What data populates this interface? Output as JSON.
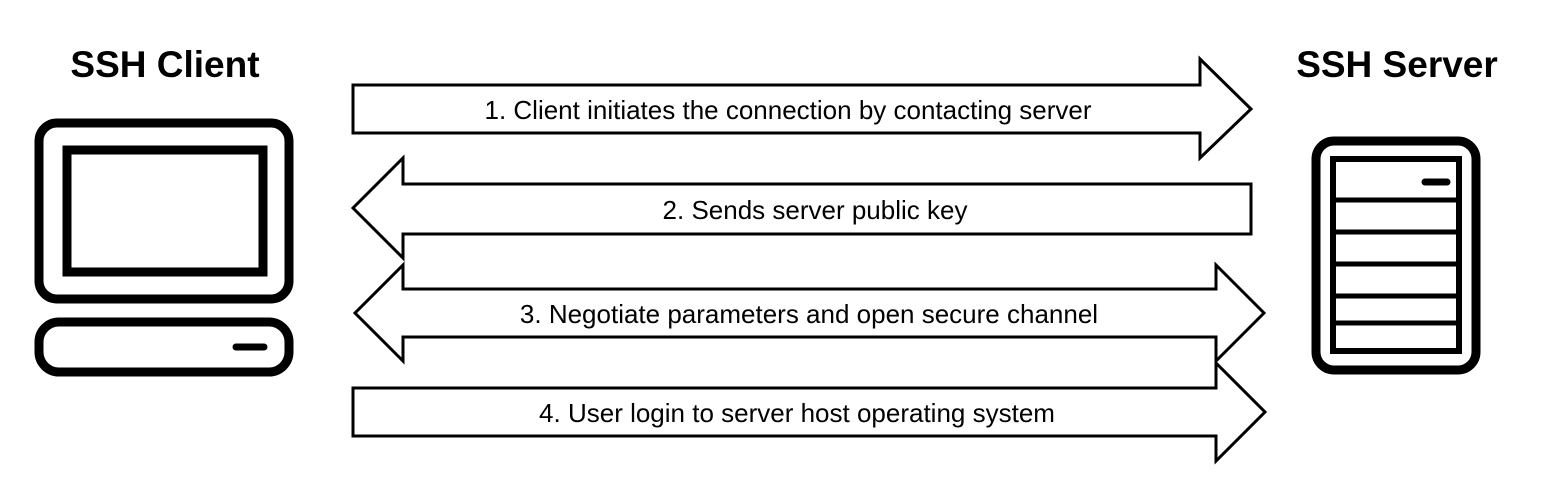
{
  "diagram": {
    "client": {
      "title": "SSH Client",
      "icon": "desktop-computer-icon"
    },
    "server": {
      "title": "SSH Server",
      "icon": "server-tower-icon"
    },
    "steps": [
      {
        "label": "1. Client initiates the connection by contacting server",
        "direction": "client-to-server"
      },
      {
        "label": "2. Sends server public key",
        "direction": "server-to-client"
      },
      {
        "label": "3. Negotiate parameters and open secure channel",
        "direction": "bidirectional"
      },
      {
        "label": "4. User login to server host operating system",
        "direction": "client-to-server"
      }
    ],
    "colors": {
      "stroke": "#000000",
      "fill": "#ffffff",
      "background": "#ffffff"
    }
  }
}
